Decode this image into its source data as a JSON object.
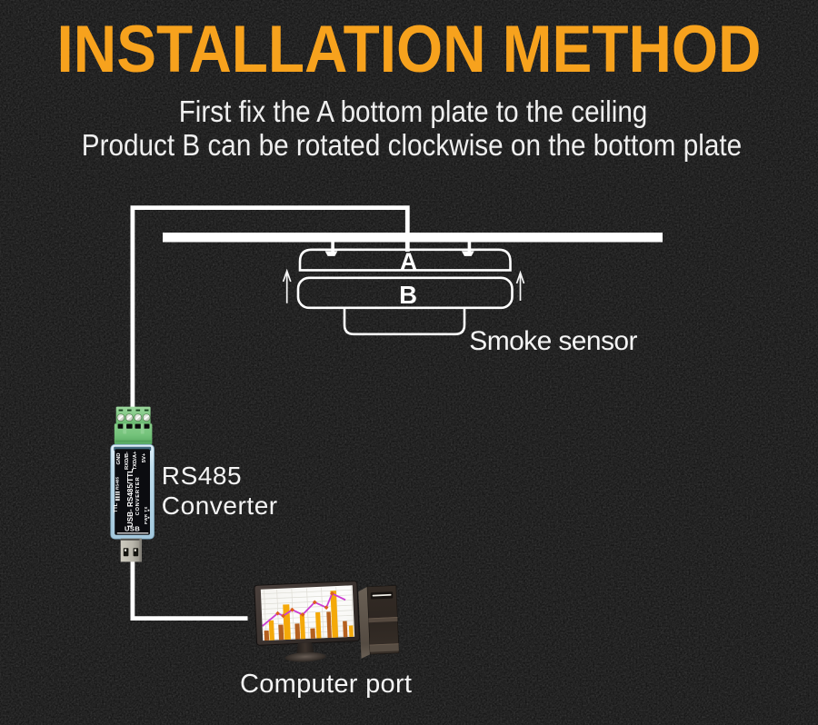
{
  "title": "INSTALLATION METHOD",
  "subtitle": {
    "line1": "First fix the A bottom plate to the ceiling",
    "line2": "Product B can be rotated clockwise on the bottom plate"
  },
  "colors": {
    "background": "#181818",
    "accent_orange": "#f7a21d",
    "text_white": "#efefef",
    "line_white": "#ffffff",
    "terminal_green": "#6cbd72",
    "case_blue": "#b9d8e9",
    "bar_brown": "#b4601f",
    "bar_yellow": "#f4a909",
    "chart_line_magenta": "#cb3ed2",
    "chart_marker_orange": "#dd5f1d"
  },
  "diagram": {
    "plate_label": "A",
    "product_label": "B",
    "smoke_sensor_label": "Smoke sensor",
    "converter_label_line1": "RS485",
    "converter_label_line2": "Converter",
    "computer_label": "Computer port"
  },
  "converter_device": {
    "pin_labels": [
      "GND",
      "RXD/B-",
      "TXD/A+",
      "5V+"
    ],
    "model_text": "USB- RS485/TTL",
    "type_text": "CONVERTER",
    "side_text_rs485": "RS485",
    "side_text_ttl": "TTL",
    "status_text": "PWR TX",
    "port_text": "USB"
  },
  "computer_chart": {
    "type": "bar",
    "note": "decorative chart on monitor screen; x,w in percent of screen width, h in px above baseline",
    "bars": [
      {
        "x": 1.7,
        "w": 5.1,
        "h": 10.3,
        "c": 0
      },
      {
        "x": 7.4,
        "w": 5.2,
        "h": 21.2,
        "c": 1
      },
      {
        "x": 17.6,
        "w": 5.2,
        "h": 16.1,
        "c": 0
      },
      {
        "x": 23.4,
        "w": 7.0,
        "h": 38.0,
        "c": 1
      },
      {
        "x": 35.5,
        "w": 5.1,
        "h": 16.5,
        "c": 0
      },
      {
        "x": 41.3,
        "w": 5.0,
        "h": 27.7,
        "c": 1
      },
      {
        "x": 52.1,
        "w": 5.1,
        "h": 10.5,
        "c": 0
      },
      {
        "x": 58.5,
        "w": 5.1,
        "h": 27.9,
        "c": 1
      },
      {
        "x": 70.6,
        "w": 4.4,
        "h": 27.9,
        "c": 0
      },
      {
        "x": 75.7,
        "w": 6.4,
        "h": 50.9,
        "c": 1
      },
      {
        "x": 87.8,
        "w": 4.5,
        "h": 17.0,
        "c": 0
      },
      {
        "x": 94.3,
        "w": 4.4,
        "h": 11.8,
        "c": 1
      }
    ],
    "line_points": [
      {
        "x": 0.0,
        "h": 15.4,
        "marker": false
      },
      {
        "x": 17.4,
        "h": 28.7,
        "marker": true
      },
      {
        "x": 23.2,
        "h": 25.7,
        "marker": true
      },
      {
        "x": 33.3,
        "h": 31.9,
        "marker": true
      },
      {
        "x": 44.5,
        "h": 26.1,
        "marker": true
      },
      {
        "x": 58.2,
        "h": 39.1,
        "marker": true
      },
      {
        "x": 70.6,
        "h": 32.8,
        "marker": true
      },
      {
        "x": 77.6,
        "h": 47.9,
        "marker": true
      },
      {
        "x": 91.7,
        "h": 40.2,
        "marker": false
      }
    ]
  }
}
